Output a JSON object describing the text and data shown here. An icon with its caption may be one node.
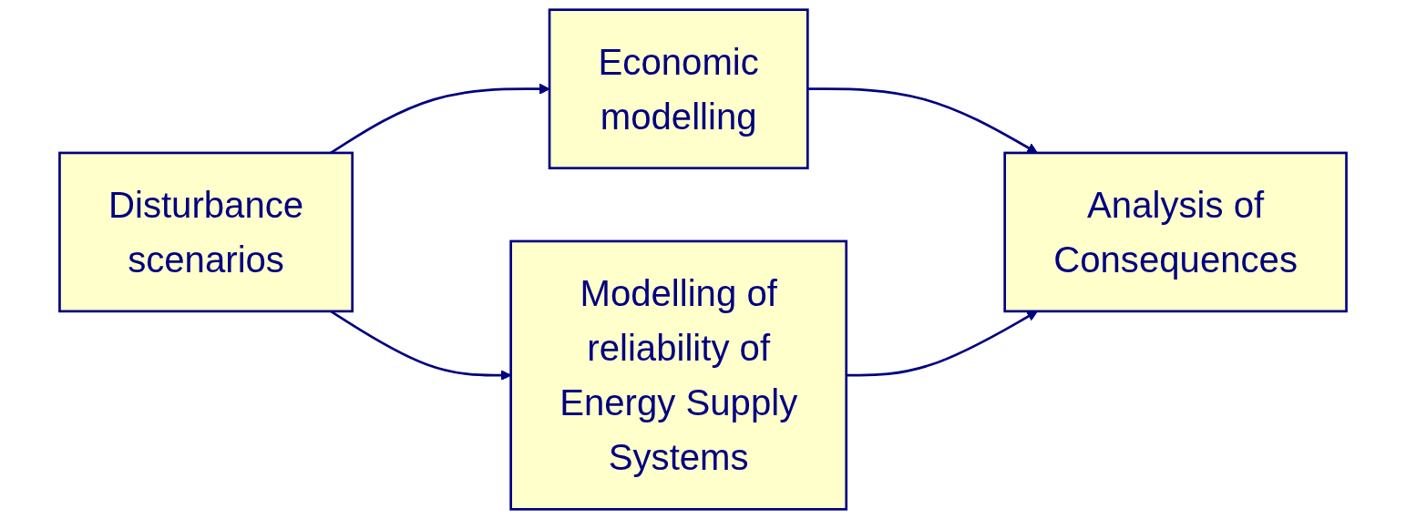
{
  "diagram": {
    "nodes": [
      {
        "text": [
          "Disturbance scenarios"
        ]
      },
      {
        "text": [
          "Economic modelling"
        ]
      },
      {
        "text": [
          "Modelling of reliability of Energy Supply Systems"
        ]
      },
      {
        "text": [
          "Analysis of Consequences"
        ]
      }
    ],
    "edges": [
      {
        "from": 0,
        "to": 1,
        "arrow": "to"
      },
      {
        "from": 0,
        "to": 2,
        "arrow": "to"
      },
      {
        "from": 1,
        "to": 3,
        "arrow": "to"
      },
      {
        "from": 2,
        "to": 3,
        "arrow": "to"
      }
    ]
  }
}
